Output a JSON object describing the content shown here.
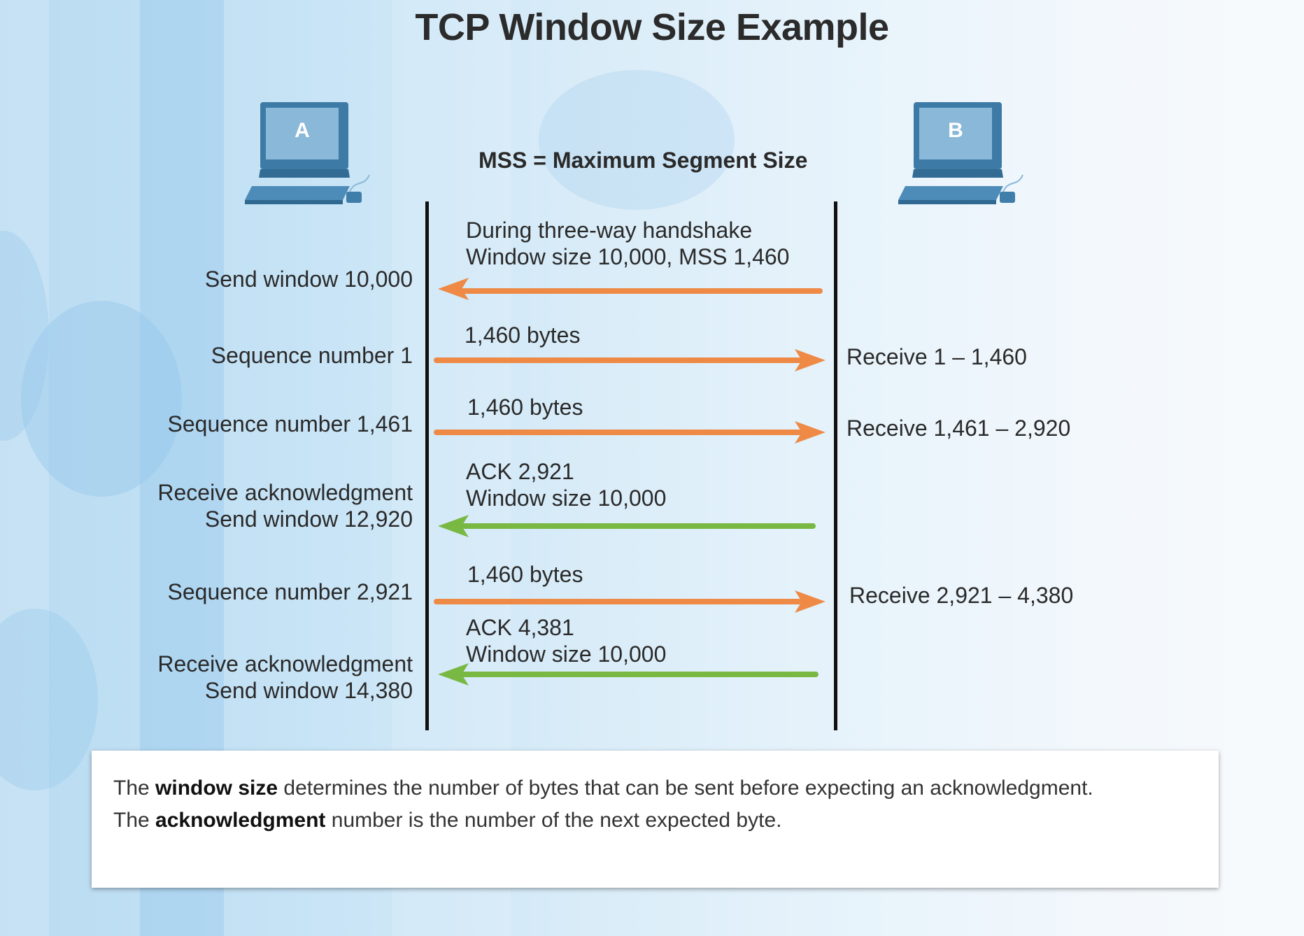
{
  "title": "TCP Window Size Example",
  "hosts": {
    "a": {
      "label": "A"
    },
    "b": {
      "label": "B"
    }
  },
  "mss_note": "MSS = Maximum Segment Size",
  "colors": {
    "data_arrow": "#ee8a45",
    "ack_arrow": "#78b843",
    "timeline": "#111111"
  },
  "exchanges": [
    {
      "direction": "b-to-a",
      "kind": "data",
      "message": [
        "During three-way handshake",
        "Window size 10,000, MSS 1,460"
      ],
      "left": [
        "Send window 10,000"
      ],
      "right": []
    },
    {
      "direction": "a-to-b",
      "kind": "data",
      "message": [
        "1,460 bytes"
      ],
      "left": [
        "Sequence number 1"
      ],
      "right": [
        "Receive 1 – 1,460"
      ]
    },
    {
      "direction": "a-to-b",
      "kind": "data",
      "message": [
        "1,460 bytes"
      ],
      "left": [
        "Sequence number 1,461"
      ],
      "right": [
        "Receive 1,461 – 2,920"
      ]
    },
    {
      "direction": "b-to-a",
      "kind": "ack",
      "message": [
        "ACK 2,921",
        "Window size 10,000"
      ],
      "left": [
        "Receive acknowledgment",
        "Send window 12,920"
      ],
      "right": []
    },
    {
      "direction": "a-to-b",
      "kind": "data",
      "message": [
        "1,460 bytes"
      ],
      "left": [
        "Sequence number 2,921"
      ],
      "right": [
        "Receive 2,921 – 4,380"
      ]
    },
    {
      "direction": "b-to-a",
      "kind": "ack",
      "message": [
        "ACK 4,381",
        "Window size 10,000"
      ],
      "left": [
        "Receive acknowledgment",
        "Send window 14,380"
      ],
      "right": []
    }
  ],
  "explanation": {
    "line1": {
      "before": "The ",
      "term": "window size",
      "after": " determines the number of bytes that can be sent before expecting an acknowledgment."
    },
    "line2": {
      "before": "The ",
      "term": "acknowledgment",
      "after": " number is the number of the next expected byte."
    }
  }
}
